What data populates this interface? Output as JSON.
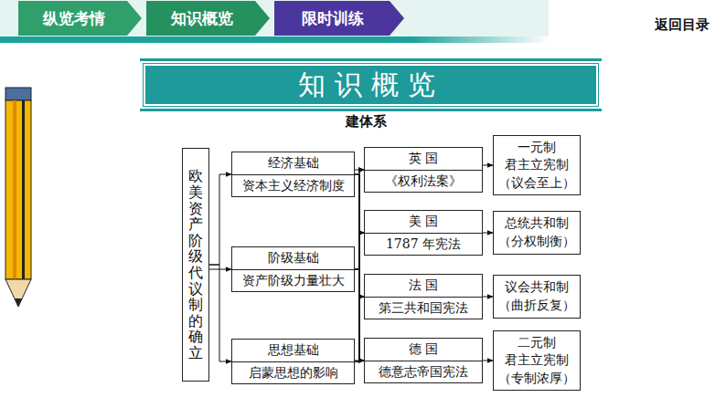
{
  "diagram": {
    "nodes": [
      {
        "text": [
          "纵览考情"
        ]
      },
      {
        "text": [
          "知识概览"
        ]
      },
      {
        "text": [
          "限时训练"
        ]
      },
      {
        "text": [
          "知识概览"
        ]
      },
      {
        "text": [
          "欧美资产阶级代议制的确立"
        ]
      },
      {
        "text": [
          "经济基础",
          "资本主义经济制度"
        ]
      },
      {
        "text": [
          "阶级基础",
          "资产阶级力量壮大"
        ]
      },
      {
        "text": [
          "思想基础",
          "启蒙思想的影响"
        ]
      },
      {
        "text": [
          "英 国",
          "《权利法案》"
        ]
      },
      {
        "text": [
          "美 国",
          "1787 年宪法"
        ]
      },
      {
        "text": [
          "法 国",
          "第三共和国宪法"
        ]
      },
      {
        "text": [
          "德 国",
          "德意志帝国宪法"
        ]
      },
      {
        "text": [
          "一元制 君主立宪制",
          "（议会至上）"
        ]
      },
      {
        "text": [
          "总统共和制",
          "（分权制衡）"
        ]
      },
      {
        "text": [
          "议会共和制",
          "（曲折反复）"
        ]
      },
      {
        "text": [
          "二元制 君主立宪制",
          "（专制浓厚）"
        ]
      }
    ],
    "edges": [
      {
        "from": 4,
        "to": 5,
        "arrow": "to"
      },
      {
        "from": 4,
        "to": 6,
        "arrow": "to"
      },
      {
        "from": 4,
        "to": 7,
        "arrow": "to"
      },
      {
        "from": 5,
        "to": 8,
        "arrow": "to"
      },
      {
        "from": 5,
        "to": 9,
        "arrow": "to"
      },
      {
        "from": 5,
        "to": 10,
        "arrow": "to"
      },
      {
        "from": 5,
        "to": 11,
        "arrow": "to"
      },
      {
        "from": 6,
        "to": 8,
        "arrow": "to"
      },
      {
        "from": 6,
        "to": 9,
        "arrow": "to"
      },
      {
        "from": 6,
        "to": 10,
        "arrow": "to"
      },
      {
        "from": 6,
        "to": 11,
        "arrow": "to"
      },
      {
        "from": 7,
        "to": 8,
        "arrow": "to"
      },
      {
        "from": 7,
        "to": 9,
        "arrow": "to"
      },
      {
        "from": 7,
        "to": 10,
        "arrow": "to"
      },
      {
        "from": 7,
        "to": 11,
        "arrow": "to"
      },
      {
        "from": 8,
        "to": 12,
        "arrow": "to"
      },
      {
        "from": 9,
        "to": 13,
        "arrow": "to"
      },
      {
        "from": 10,
        "to": 14,
        "arrow": "to"
      },
      {
        "from": 11,
        "to": 15,
        "arrow": "to"
      }
    ],
    "labels": [
      "返回目录",
      "建体系"
    ]
  }
}
